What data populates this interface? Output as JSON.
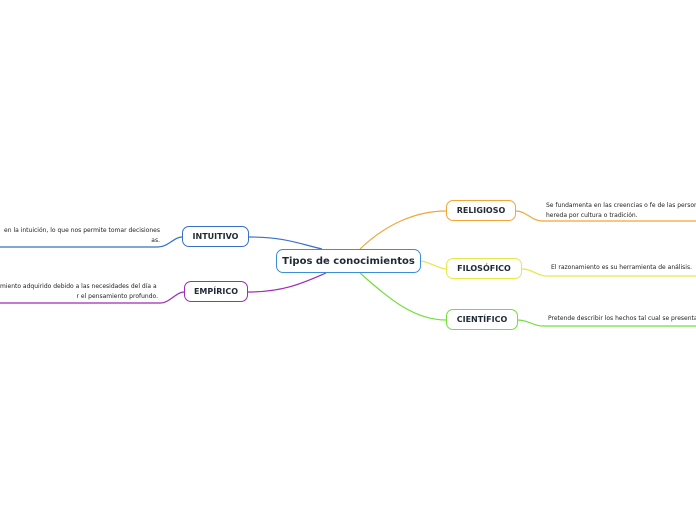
{
  "central": {
    "label": "Tipos de conocimientos",
    "color": "#3a8fd6"
  },
  "branches": {
    "intuitivo": {
      "label": "INTUITIVO",
      "color": "#3670c9",
      "note": [
        "en la intuición, lo que nos permite tomar decisiones",
        "as."
      ]
    },
    "empirico": {
      "label": "EMPÍRICO",
      "color": "#9c2bb5",
      "note": [
        "miento adquirido debido a las necesidades del día a día,",
        "r el pensamiento profundo."
      ]
    },
    "religioso": {
      "label": "RELIGIOSO",
      "color": "#f3a53a",
      "note": [
        "Se fundamenta en las creencias o fe de las personas y",
        "hereda por cultura o tradición."
      ]
    },
    "filosofico": {
      "label": "FILOSÓFICO",
      "color": "#e6e84a",
      "note": [
        "El razonamiento es su herramienta de análisis."
      ]
    },
    "cientifico": {
      "label": "CIENTÍFICO",
      "color": "#70e03a",
      "note": [
        "Pretende describir los hechos tal cual se presentan y"
      ]
    }
  }
}
